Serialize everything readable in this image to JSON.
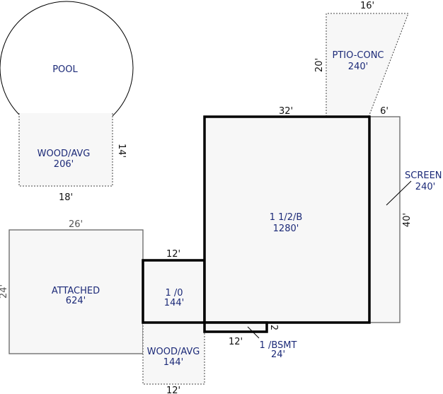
{
  "areas": {
    "pool": {
      "name": "POOL"
    },
    "wood_deck_upper": {
      "name": "WOOD/AVG",
      "area": "206'",
      "dim_side": "14'",
      "dim_bottom": "18'"
    },
    "patio": {
      "name": "PTIO-CONC",
      "area": "240'",
      "dim_top": "16'",
      "dim_side": "20'"
    },
    "main_house": {
      "name": "1 1/2/B",
      "area": "1280'",
      "dim_top": "32'"
    },
    "screen": {
      "name": "SCREEN",
      "area": "240'",
      "dim_top": "6'",
      "dim_side": "40'"
    },
    "attached": {
      "name": "ATTACHED",
      "area": "624'",
      "dim_top": "26'",
      "dim_side": "24'"
    },
    "one_story": {
      "name": "1 /0",
      "area": "144'",
      "dim_top": "12'"
    },
    "wood_deck_lower": {
      "name": "WOOD/AVG",
      "area": "144'",
      "dim_bottom": "12'"
    },
    "basement": {
      "name": "1 /BSMT",
      "area": "24'",
      "dim_bottom": "12'",
      "dim_side": "2"
    }
  }
}
